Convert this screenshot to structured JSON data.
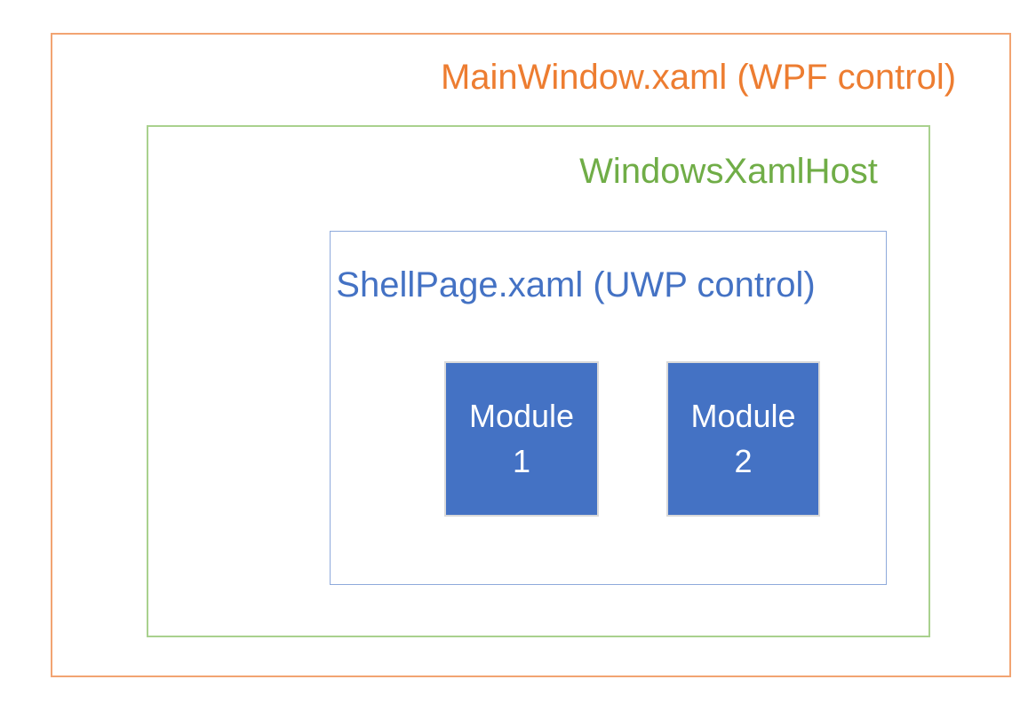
{
  "diagram": {
    "outer_box": {
      "label": "MainWindow.xaml (WPF control)",
      "text_color": "#ED7D31",
      "border_color": "#F2A472"
    },
    "host_box": {
      "label": "WindowsXamlHost",
      "text_color": "#70AD47",
      "border_color": "#A9D18E"
    },
    "shell_box": {
      "label": "ShellPage.xaml (UWP control)",
      "text_color": "#4472C4",
      "border_color": "#8EAADB"
    },
    "modules": [
      {
        "line1": "Module",
        "line2": "1",
        "fill_color": "#4472C4",
        "border_color": "#D9D9D9",
        "text_color": "#FFFFFF"
      },
      {
        "line1": "Module",
        "line2": "2",
        "fill_color": "#4472C4",
        "border_color": "#D9D9D9",
        "text_color": "#FFFFFF"
      }
    ]
  }
}
